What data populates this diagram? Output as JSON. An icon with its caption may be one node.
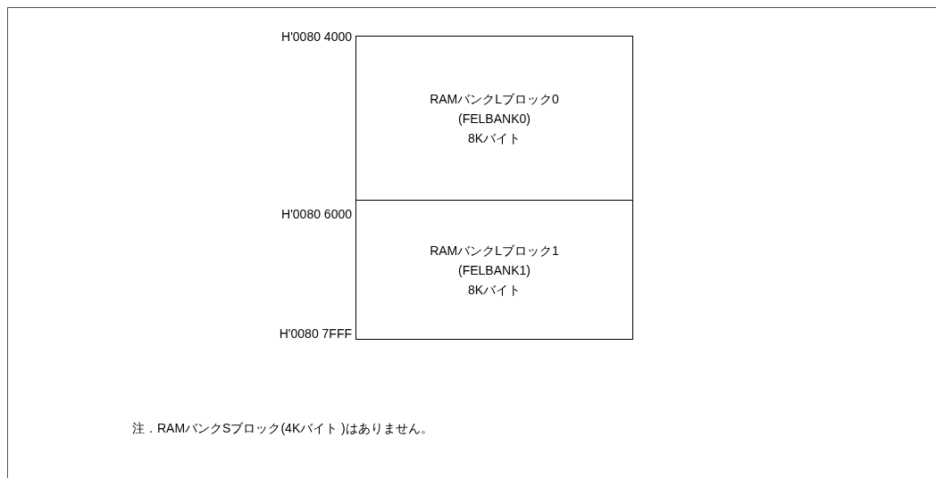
{
  "diagram": {
    "nodes": [
      {
        "text": [
          "RAMバンクLブロック0",
          "(FELBANK0)",
          "8Kバイト"
        ]
      },
      {
        "text": [
          "RAMバンクLブロック1",
          "(FELBANK1)",
          "8Kバイト"
        ]
      }
    ],
    "labels": [
      "H'0080 4000",
      "H'0080 6000",
      "H'0080 7FFF",
      "注．RAMバンクSブロック(4Kバイト )はありません。"
    ]
  }
}
